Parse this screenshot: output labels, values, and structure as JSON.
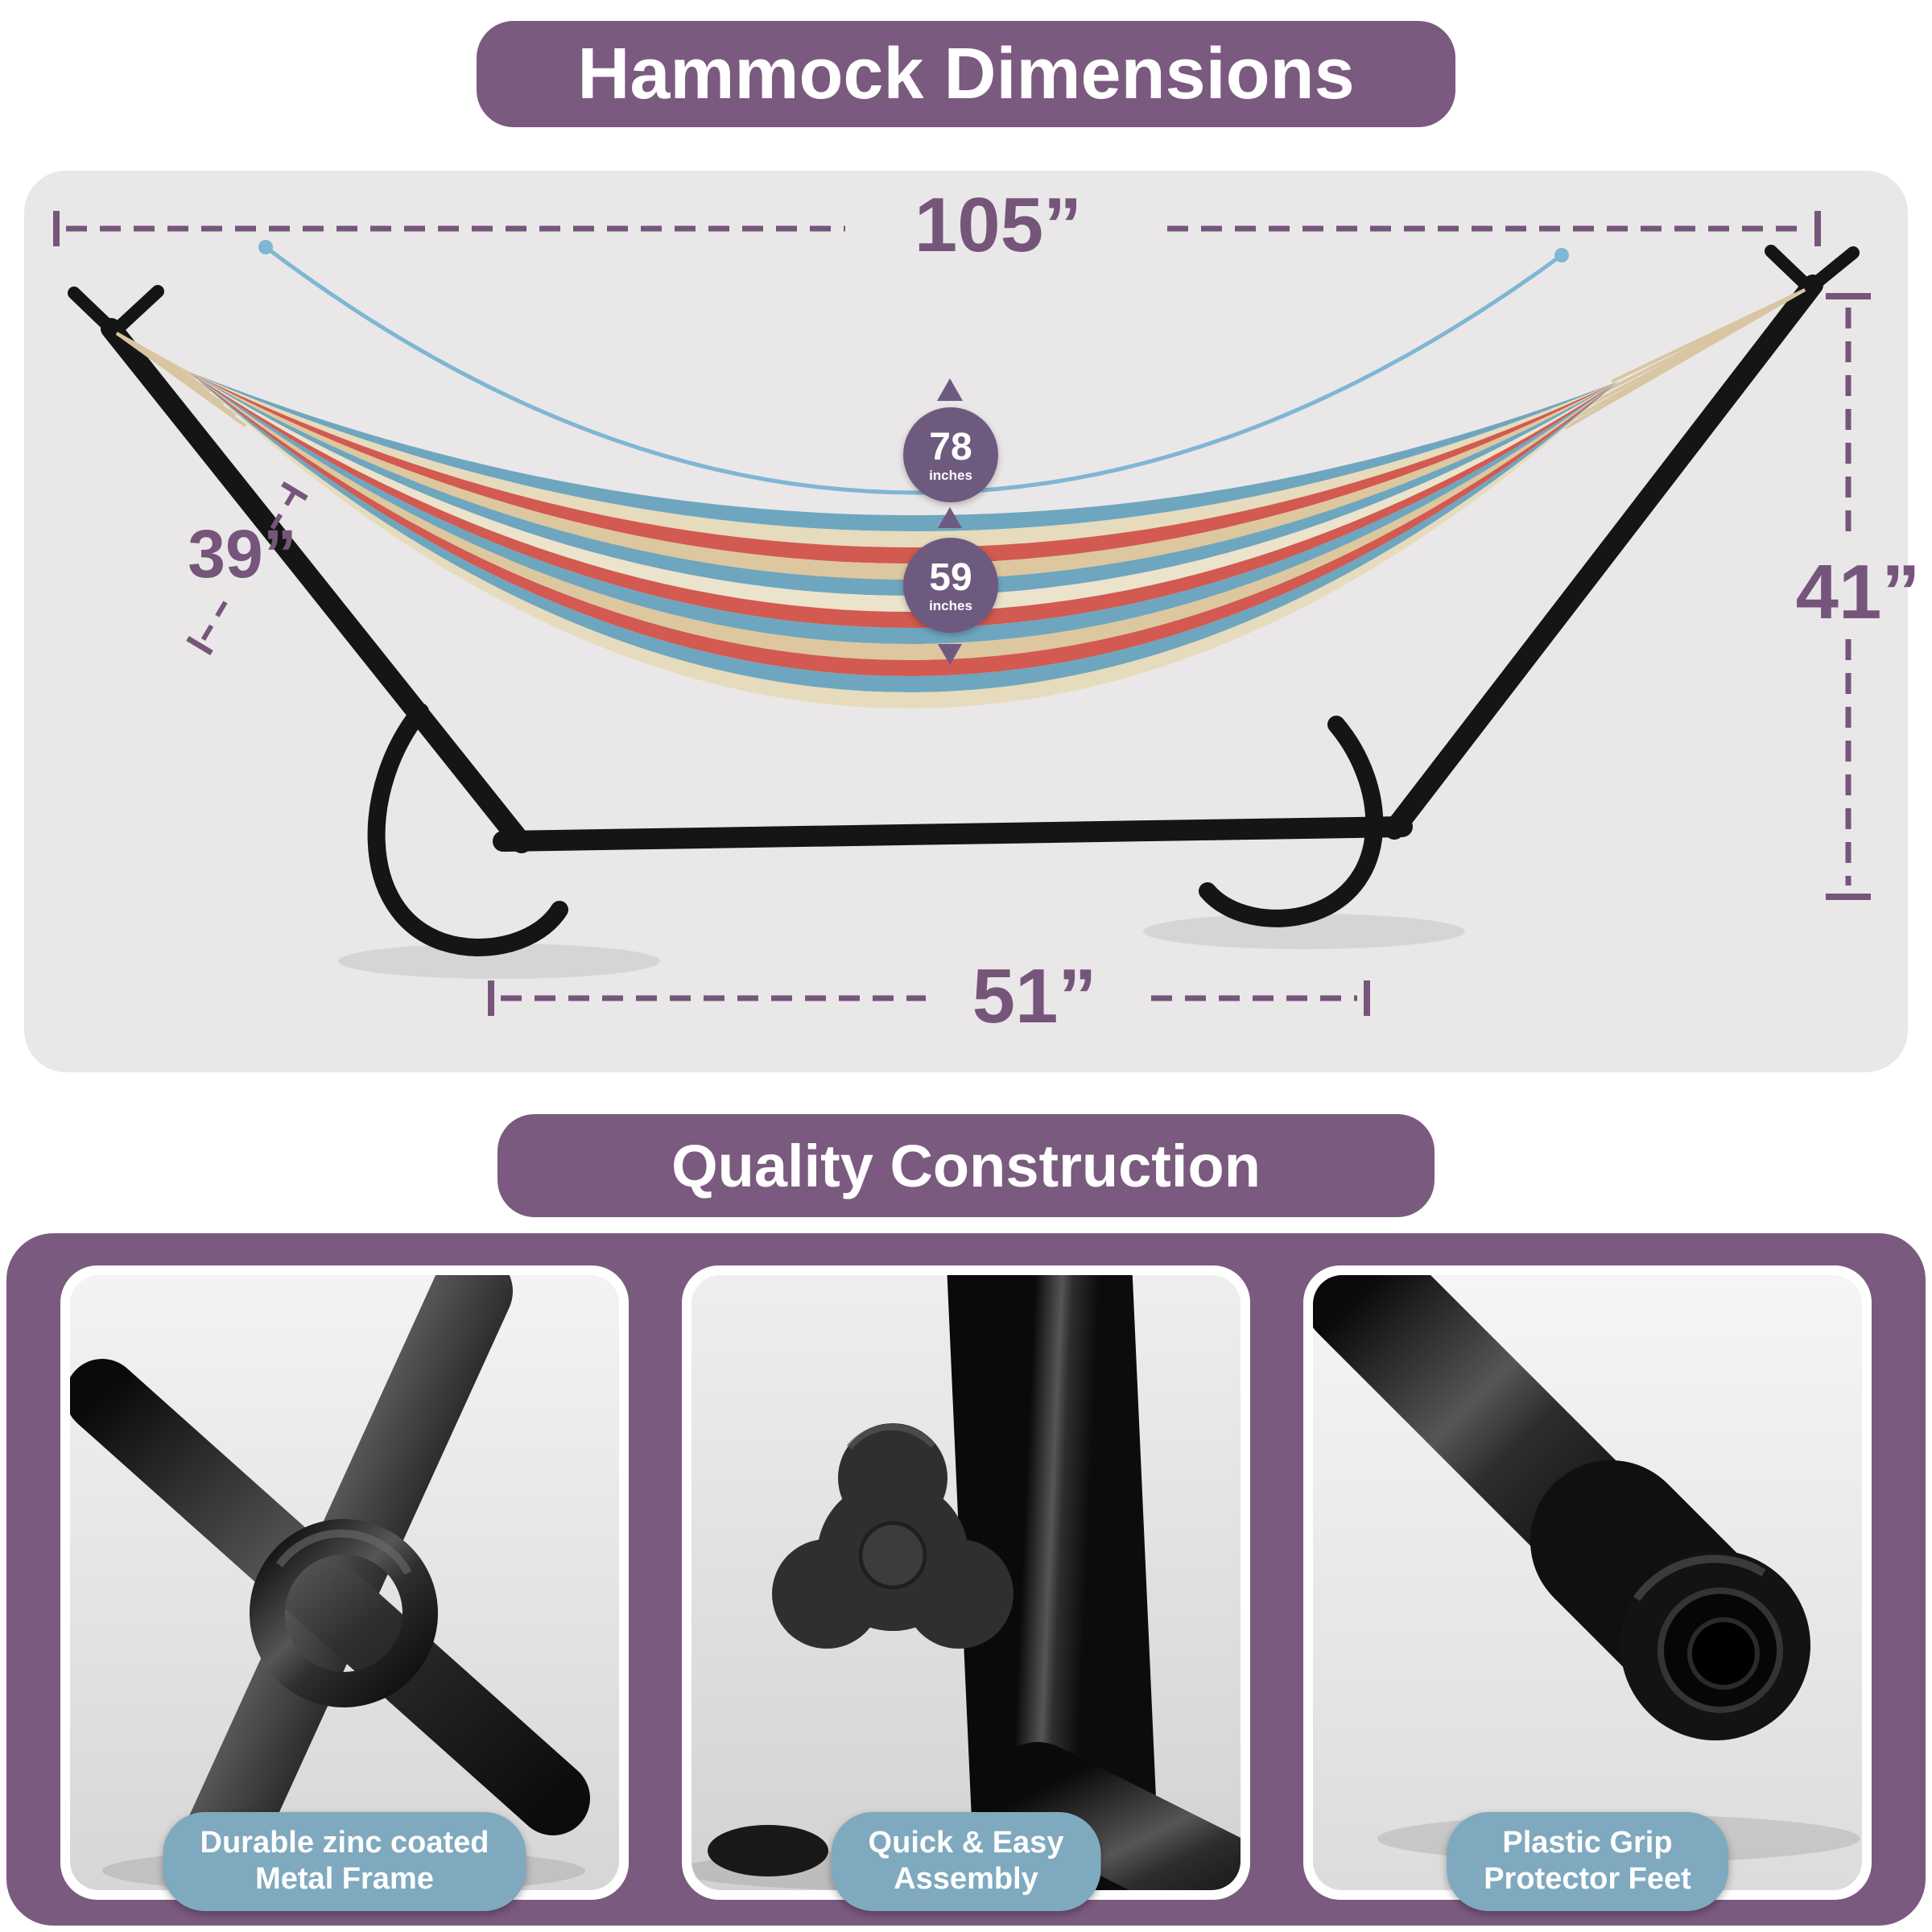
{
  "header": {
    "title": "Hammock Dimensions"
  },
  "dimensions": {
    "overall_width": "105”",
    "overall_height": "41”",
    "stand_width": "39”",
    "base_length": "51”",
    "fabric_length": {
      "value": "78",
      "unit": "inches"
    },
    "bed_width": {
      "value": "59",
      "unit": "inches"
    }
  },
  "quality": {
    "title": "Quality Construction",
    "features": [
      {
        "line1": "Durable zinc coated",
        "line2": "Metal Frame"
      },
      {
        "line1": "Quick & Easy",
        "line2": "Assembly"
      },
      {
        "line1": "Plastic Grip",
        "line2": "Protector Feet"
      }
    ]
  },
  "colors": {
    "purple": "#7b5a7f",
    "pill_blue": "#7fa9be",
    "measure_blue": "#7fb6d4",
    "badge_purple": "#6e5a7f"
  }
}
